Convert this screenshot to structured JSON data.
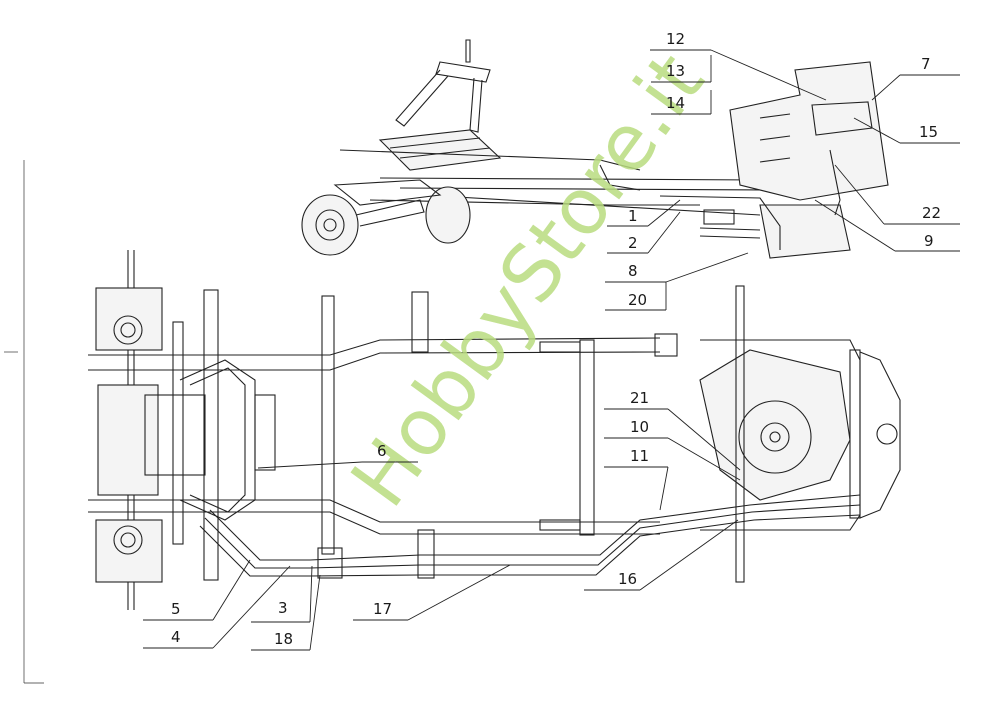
{
  "watermark": "HobbyStore.it",
  "callouts": [
    {
      "id": "c1",
      "text": "1"
    },
    {
      "id": "c2",
      "text": "2"
    },
    {
      "id": "c3",
      "text": "3"
    },
    {
      "id": "c4",
      "text": "4"
    },
    {
      "id": "c5",
      "text": "5"
    },
    {
      "id": "c6",
      "text": "6"
    },
    {
      "id": "c7",
      "text": "7"
    },
    {
      "id": "c8",
      "text": "8"
    },
    {
      "id": "c9",
      "text": "9"
    },
    {
      "id": "c10",
      "text": "10"
    },
    {
      "id": "c11",
      "text": "11"
    },
    {
      "id": "c12",
      "text": "12"
    },
    {
      "id": "c13",
      "text": "13"
    },
    {
      "id": "c14",
      "text": "14"
    },
    {
      "id": "c15",
      "text": "15"
    },
    {
      "id": "c16",
      "text": "16"
    },
    {
      "id": "c17",
      "text": "17"
    },
    {
      "id": "c18",
      "text": "18"
    },
    {
      "id": "c20",
      "text": "20"
    },
    {
      "id": "c21",
      "text": "21"
    },
    {
      "id": "c22",
      "text": "22"
    }
  ]
}
